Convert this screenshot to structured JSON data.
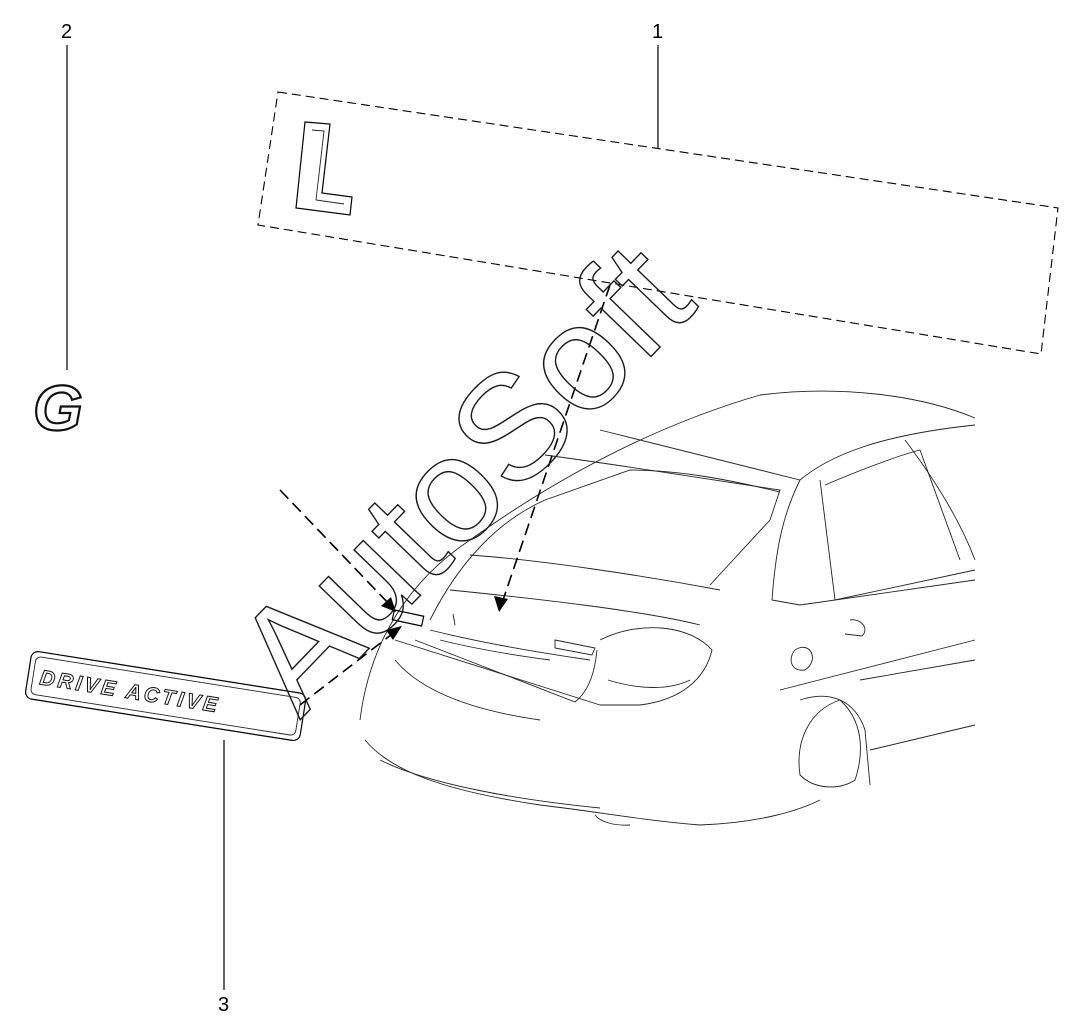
{
  "callouts": [
    {
      "number": "1"
    },
    {
      "number": "2"
    },
    {
      "number": "3"
    }
  ],
  "parts": {
    "emblem_l": {
      "glyph": "L"
    },
    "emblem_g": {
      "glyph": "G"
    },
    "nameplate": {
      "text": "DRIVE ACTIVE"
    }
  },
  "watermark": {
    "text": "AutoSoft"
  },
  "colors": {
    "line": "#000000",
    "background": "#ffffff"
  }
}
